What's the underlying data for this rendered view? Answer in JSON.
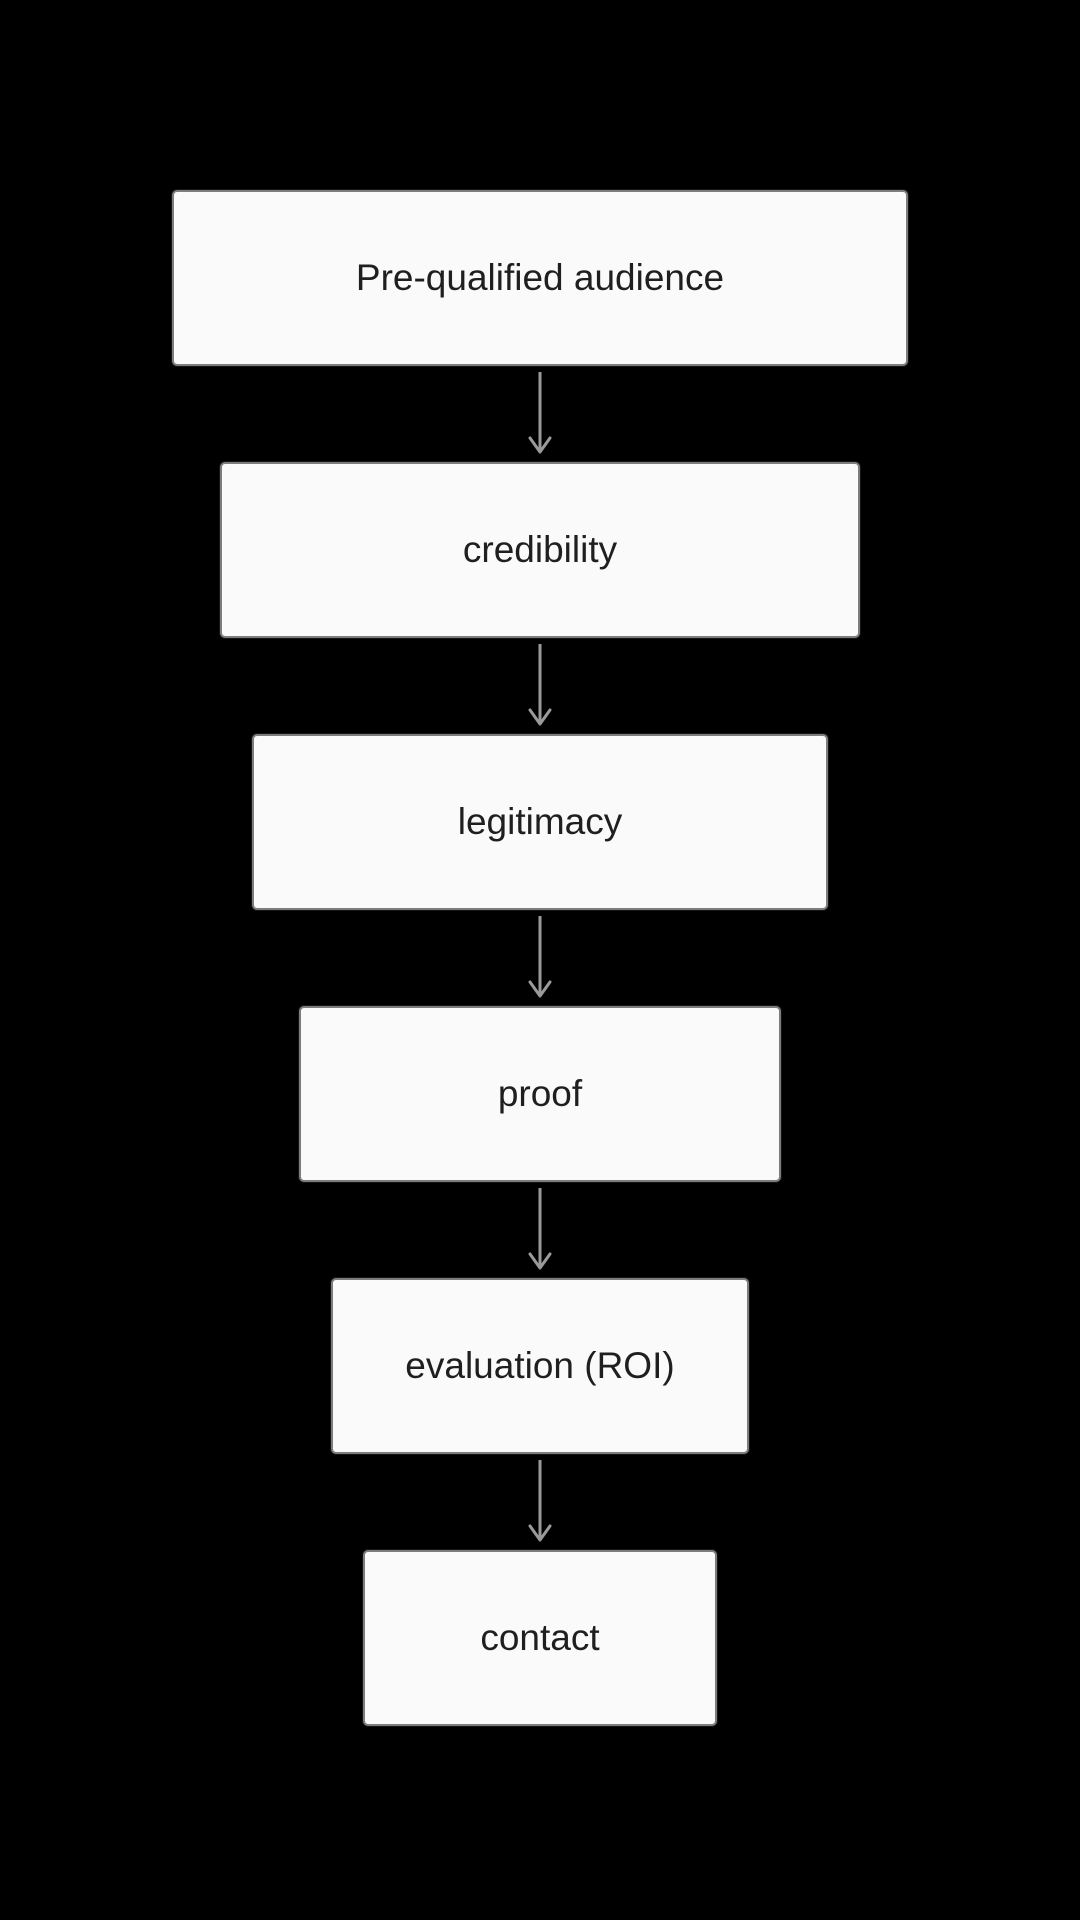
{
  "diagram": {
    "type": "flowchart",
    "direction": "top-down",
    "background_color": "#000000",
    "node_fill_color": "#fafafa",
    "node_border_color": "#7d7d7d",
    "node_text_color": "#1f1f1f",
    "arrow_color": "#9a9a9a",
    "nodes": [
      {
        "id": "n1",
        "label": "Pre-qualified audience"
      },
      {
        "id": "n2",
        "label": "credibility"
      },
      {
        "id": "n3",
        "label": "legitimacy"
      },
      {
        "id": "n4",
        "label": "proof"
      },
      {
        "id": "n5",
        "label": "evaluation (ROI)"
      },
      {
        "id": "n6",
        "label": "contact"
      }
    ],
    "edges": [
      {
        "from": "n1",
        "to": "n2"
      },
      {
        "from": "n2",
        "to": "n3"
      },
      {
        "from": "n3",
        "to": "n4"
      },
      {
        "from": "n4",
        "to": "n5"
      },
      {
        "from": "n5",
        "to": "n6"
      }
    ]
  }
}
